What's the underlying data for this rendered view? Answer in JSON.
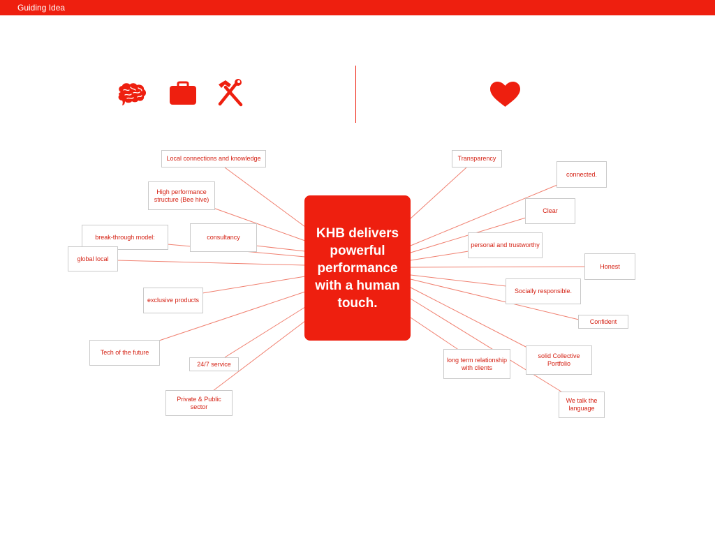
{
  "header": {
    "title": "Guiding Idea"
  },
  "colors": {
    "accent": "#ee1f0f",
    "line": "#f08070",
    "node_border": "#c9c9c9"
  },
  "icons": [
    "brain-icon",
    "briefcase-icon",
    "hammer-wrench-icon",
    "heart-icon"
  ],
  "center": {
    "text": "KHB delivers powerful performance with a human touch."
  },
  "left_nodes": [
    "Local connections and knowledge",
    "High performance structure (Bee hive)",
    "consultancy",
    "break-through model:",
    "global local",
    "exclusive products",
    "Tech of the future",
    "24/7 service",
    "Private & Public sector"
  ],
  "right_nodes": [
    "Transparency",
    "connected.",
    "Clear",
    "personal and trustworthy",
    "Honest",
    "Socially responsible.",
    "Confident",
    "long term relationship with clients",
    "solid Collective Portfolio",
    "We talk the language"
  ]
}
